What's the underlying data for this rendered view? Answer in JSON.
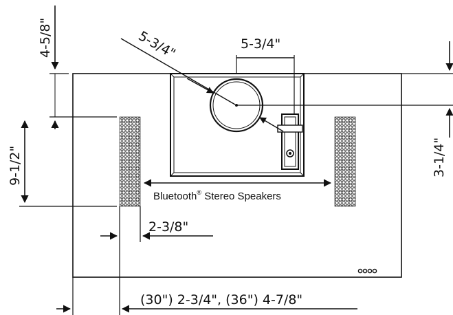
{
  "dimensions": {
    "top_left_vertical": "4-5/8\"",
    "diagonal": "5-3/4\"",
    "top_width": "5-3/4\"",
    "right_vertical": "3-1/4\"",
    "left_vertical": "9-1/2\"",
    "speaker_offset": "2-3/8\"",
    "bottom_offsets": "(30\") 2-3/4\", (36\") 4-7/8\""
  },
  "labels": {
    "speakers_main": "Bluetooth",
    "speakers_mark": "®",
    "speakers_rest": " Stereo Speakers"
  },
  "colors": {
    "line": "#111111",
    "background": "#ffffff"
  }
}
